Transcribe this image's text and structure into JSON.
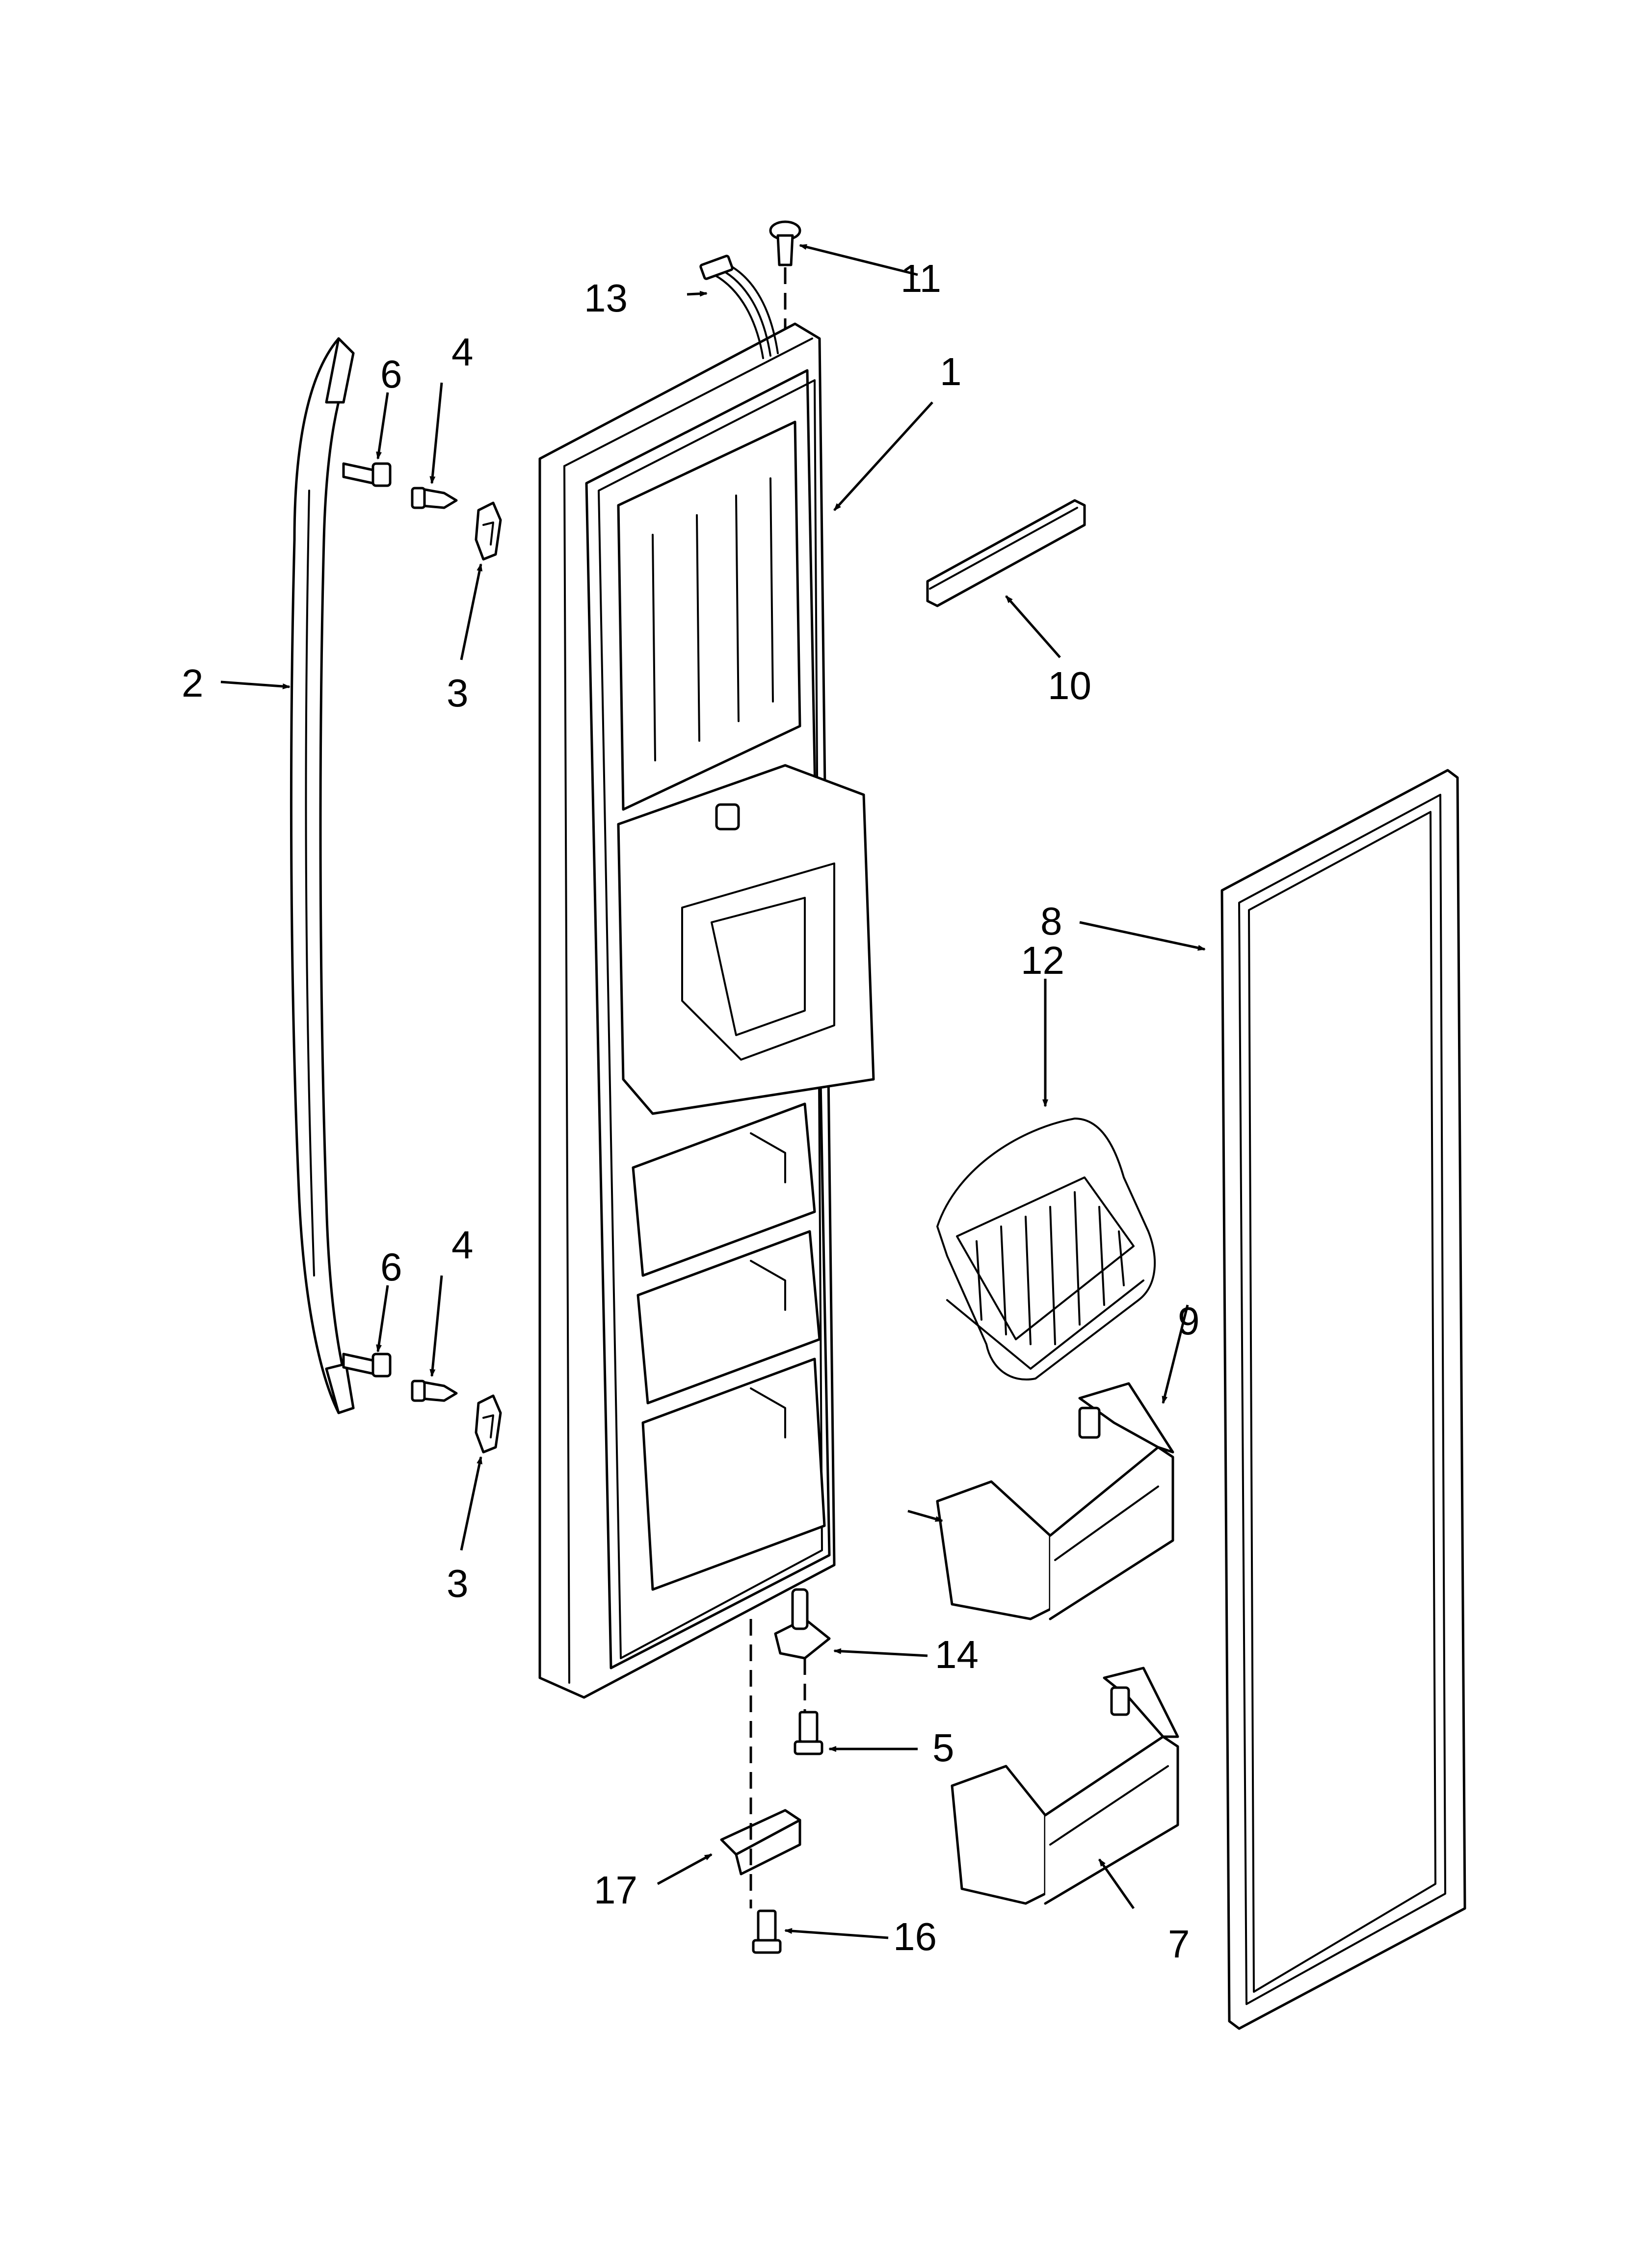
{
  "callouts": [
    {
      "id": "c1",
      "label": "1"
    },
    {
      "id": "c2",
      "label": "2"
    },
    {
      "id": "c3a",
      "label": "3"
    },
    {
      "id": "c3b",
      "label": "3"
    },
    {
      "id": "c4a",
      "label": "4"
    },
    {
      "id": "c4b",
      "label": "4"
    },
    {
      "id": "c5",
      "label": "5"
    },
    {
      "id": "c6a",
      "label": "6"
    },
    {
      "id": "c6b",
      "label": "6"
    },
    {
      "id": "c7",
      "label": "7"
    },
    {
      "id": "c8",
      "label": "8"
    },
    {
      "id": "c9",
      "label": "9"
    },
    {
      "id": "c10",
      "label": "10"
    },
    {
      "id": "c11",
      "label": "11"
    },
    {
      "id": "c12",
      "label": "12"
    },
    {
      "id": "c13",
      "label": "13"
    },
    {
      "id": "c14",
      "label": "14"
    },
    {
      "id": "c16",
      "label": "16"
    },
    {
      "id": "c17",
      "label": "17"
    }
  ]
}
